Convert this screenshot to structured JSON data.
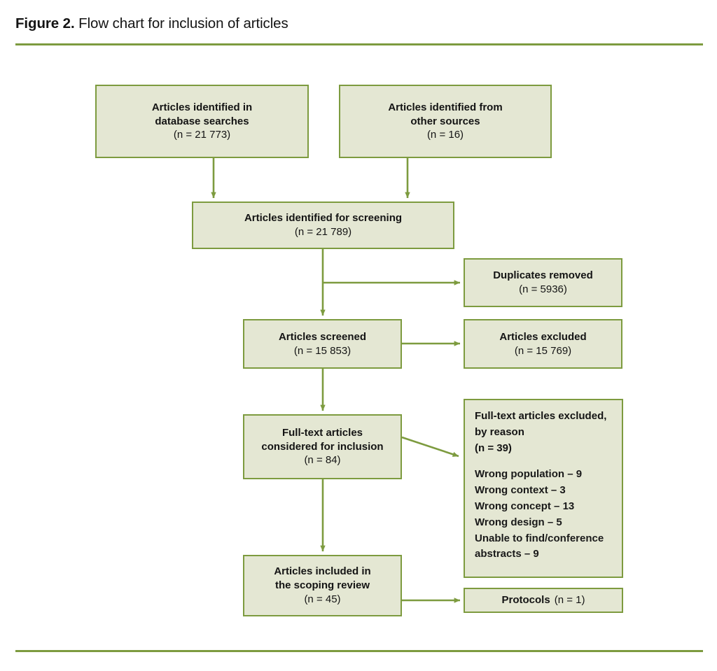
{
  "caption": {
    "figure_label": "Figure 2.",
    "text": " Flow chart for inclusion of articles"
  },
  "colors": {
    "box_fill": "#e4e7d3",
    "box_border": "#7d9b3f",
    "rule": "#7d9b3f",
    "connector": "#7d9b3f",
    "text": "#141414"
  },
  "chart_data": {
    "type": "diagram",
    "title": "Flow chart for inclusion of articles",
    "nodes": [
      {
        "id": "db-searches",
        "title": "Articles identified in\ndatabase searches",
        "count": "(n = 21 773)",
        "n": 21773
      },
      {
        "id": "other-sources",
        "title": "Articles identified from\nother sources",
        "count": "(n = 16)",
        "n": 16
      },
      {
        "id": "screening",
        "title": "Articles identified for screening",
        "count": "(n = 21 789)",
        "n": 21789
      },
      {
        "id": "duplicates",
        "title": "Duplicates removed",
        "count": "(n = 5936)",
        "n": 5936
      },
      {
        "id": "screened",
        "title": "Articles screened",
        "count": "(n = 15 853)",
        "n": 15853
      },
      {
        "id": "excluded",
        "title": "Articles excluded",
        "count": "(n = 15 769)",
        "n": 15769
      },
      {
        "id": "fulltext",
        "title": "Full-text articles\nconsidered for inclusion",
        "count": "(n = 84)",
        "n": 84
      },
      {
        "id": "reasons",
        "title": "Full-text articles excluded,\nby reason",
        "count": "(n = 39)",
        "n": 39
      },
      {
        "id": "included",
        "title": "Articles included in\nthe scoping review",
        "count": "(n = 45)",
        "n": 45
      },
      {
        "id": "protocols",
        "title": "Protocols",
        "count": "(n = 1)",
        "n": 1
      }
    ],
    "edges": [
      {
        "from": "db-searches",
        "to": "screening",
        "style": "vertical-arrow"
      },
      {
        "from": "other-sources",
        "to": "screening",
        "style": "vertical-arrow"
      },
      {
        "from": "screening",
        "to": "duplicates",
        "style": "elbow-right-arrow"
      },
      {
        "from": "screening",
        "to": "screened",
        "style": "vertical-arrow"
      },
      {
        "from": "screened",
        "to": "excluded",
        "style": "horizontal-arrow"
      },
      {
        "from": "screened",
        "to": "fulltext",
        "style": "vertical-arrow"
      },
      {
        "from": "fulltext",
        "to": "reasons",
        "style": "diagonal-arrow"
      },
      {
        "from": "fulltext",
        "to": "included",
        "style": "vertical-arrow"
      },
      {
        "from": "included",
        "to": "protocols",
        "style": "horizontal-arrow"
      }
    ]
  },
  "nodes": {
    "db_searches": {
      "line1": "Articles identified in",
      "line2": "database searches",
      "count": "(n = 21 773)"
    },
    "other_sources": {
      "line1": "Articles identified from",
      "line2": "other sources",
      "count": "(n = 16)"
    },
    "screening": {
      "line1": "Articles identified for screening",
      "count": "(n = 21 789)"
    },
    "duplicates": {
      "line1": "Duplicates removed",
      "count": "(n = 5936)"
    },
    "screened": {
      "line1": "Articles screened",
      "count": "(n = 15 853)"
    },
    "excluded": {
      "line1": "Articles excluded",
      "count": "(n = 15 769)"
    },
    "fulltext": {
      "line1": "Full-text articles",
      "line2": "considered for inclusion",
      "count": "(n = 84)"
    },
    "reasons": {
      "line1": "Full-text articles excluded,",
      "line2": "by reason",
      "count": "(n = 39)",
      "items": [
        "Wrong population – 9",
        "Wrong context – 3",
        "Wrong concept – 13",
        "Wrong design – 5",
        "Unable to find/conference",
        "abstracts – 9"
      ]
    },
    "included": {
      "line1": "Articles included in",
      "line2": "the scoping review",
      "count": "(n = 45)"
    },
    "protocols": {
      "line1": "Protocols",
      "count": "(n = 1)"
    }
  }
}
